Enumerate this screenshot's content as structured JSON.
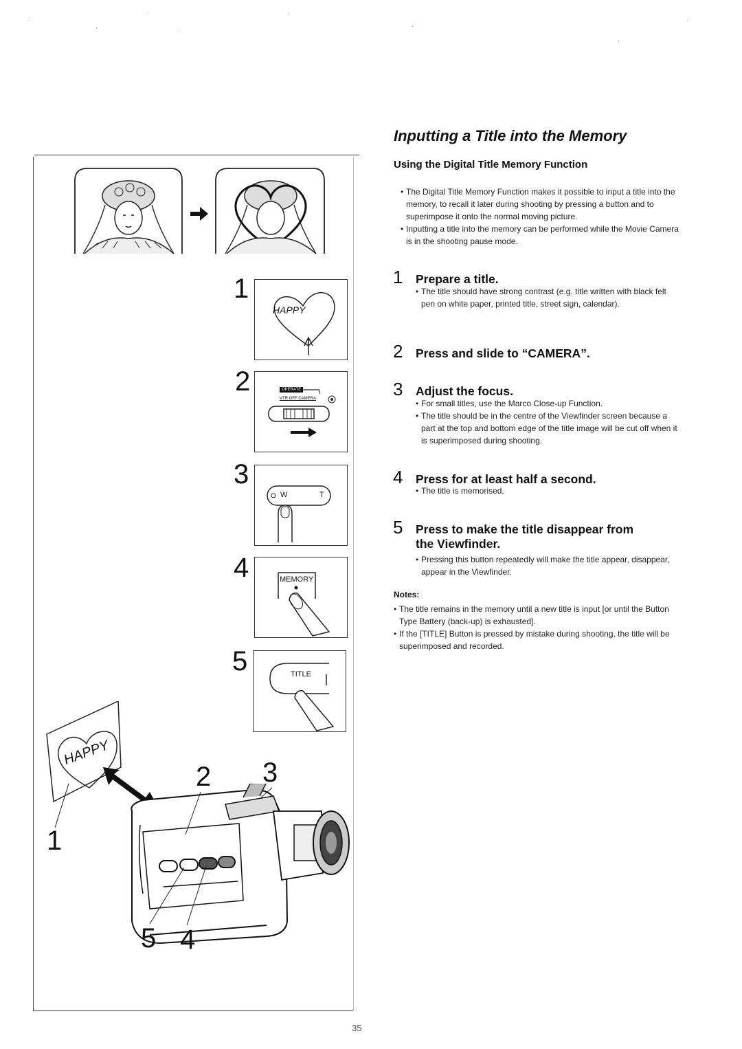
{
  "main_title": "Inputting a Title into the Memory",
  "subtitle": "Using the Digital Title Memory Function",
  "intro_bullets": [
    "The Digital Title Memory Function makes it possible to input a title into the memory, to recall it later during shooting by pressing a button and to superimpose it onto the normal moving picture.",
    "Inputting a title into the memory can be performed while the Movie Camera is in the shooting pause mode."
  ],
  "steps": [
    {
      "num": "1",
      "title": "Prepare a title.",
      "bullets": [
        "The title should have strong contrast (e.g. title written with black felt pen on white paper, printed title, street sign, calendar)."
      ]
    },
    {
      "num": "2",
      "title": "Press and slide to “CAMERA”.",
      "bullets": []
    },
    {
      "num": "3",
      "title": "Adjust the focus.",
      "bullets": [
        "For small titles, use the Marco Close-up Function.",
        "The title should be in the centre of the Viewfinder screen because a part at the top and bottom edge of the title image will be cut off when it is superimposed during shooting."
      ]
    },
    {
      "num": "4",
      "title": "Press for at least half a second.",
      "bullets": [
        "The title is memorised."
      ]
    },
    {
      "num": "5",
      "title": "Press to make the title disappear from",
      "title_line2": "the Viewfinder.",
      "bullets": [
        "Pressing this button repeatedly will make the title appear, disappear, appear in the Viewfinder."
      ]
    }
  ],
  "notes": {
    "label": "Notes:",
    "bullets": [
      "The title remains in the memory until a new title is input [or until the Button Type Battery (back-up) is exhausted].",
      "If the [TITLE] Button is pressed by mistake during shooting, the title will be superimposed and recorded."
    ]
  },
  "illustration": {
    "step_numbers": [
      "1",
      "2",
      "3",
      "4",
      "5"
    ],
    "heart_text": "HAPPY",
    "heart_text_small": "HAPPY",
    "switch_badge": "OPERATE",
    "switch_labels": "VTR OFF CAMERA",
    "zoom_w": "W",
    "zoom_t": "T",
    "memory_label": "MEMORY",
    "title_label": "TITLE",
    "camera_callouts": [
      "2",
      "3",
      "1",
      "5",
      "4"
    ]
  },
  "page_number": "35"
}
